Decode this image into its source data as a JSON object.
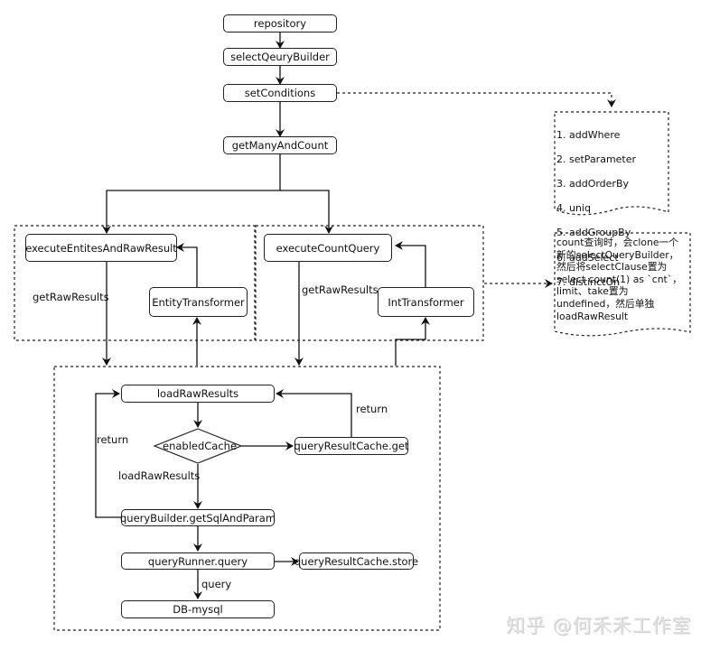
{
  "nodes": {
    "repository": "repository",
    "select_query_builder": "selectQeuryBuilder",
    "set_conditions": "setConditions",
    "get_many_and_count": "getManyAndCount",
    "execute_entities": "executeEntitesAndRawResult",
    "entity_transformer": "EntityTransformer",
    "execute_count_query": "executeCountQuery",
    "int_transformer": "IntTransformer",
    "load_raw_results": "loadRawResults",
    "enabled_cache": "enabledCache",
    "query_result_cache_get": "queryResultCache.get",
    "get_sql_and_param": "queryBuilder.getSqlAndParam",
    "query_runner": "queryRunner.query",
    "query_result_cache_store": "queryResultCache.store",
    "db_mysql": "DB-mysql"
  },
  "edge_labels": {
    "get_raw_results_left": "getRawResults",
    "get_raw_results_right": "getRawResults",
    "return_right": "return",
    "return_left": "return",
    "load_raw_results": "loadRawResults",
    "query": "query"
  },
  "notes": {
    "conditions": [
      "1. addWhere",
      "2. setParameter",
      "3. addOrderBy",
      "4. uniq",
      "5. addGroupBy",
      "6. addSelect",
      "7. distinctOn"
    ],
    "count_query": "count查询时，会clone一个\n新的selectQueryBuilder，\n然后将selectClause置为\nselect count(1) as `cnt`，\nlimit、take置为\nundefined，然后单独\nloadRawResult"
  },
  "watermark": "知乎 @何禾禾工作室"
}
